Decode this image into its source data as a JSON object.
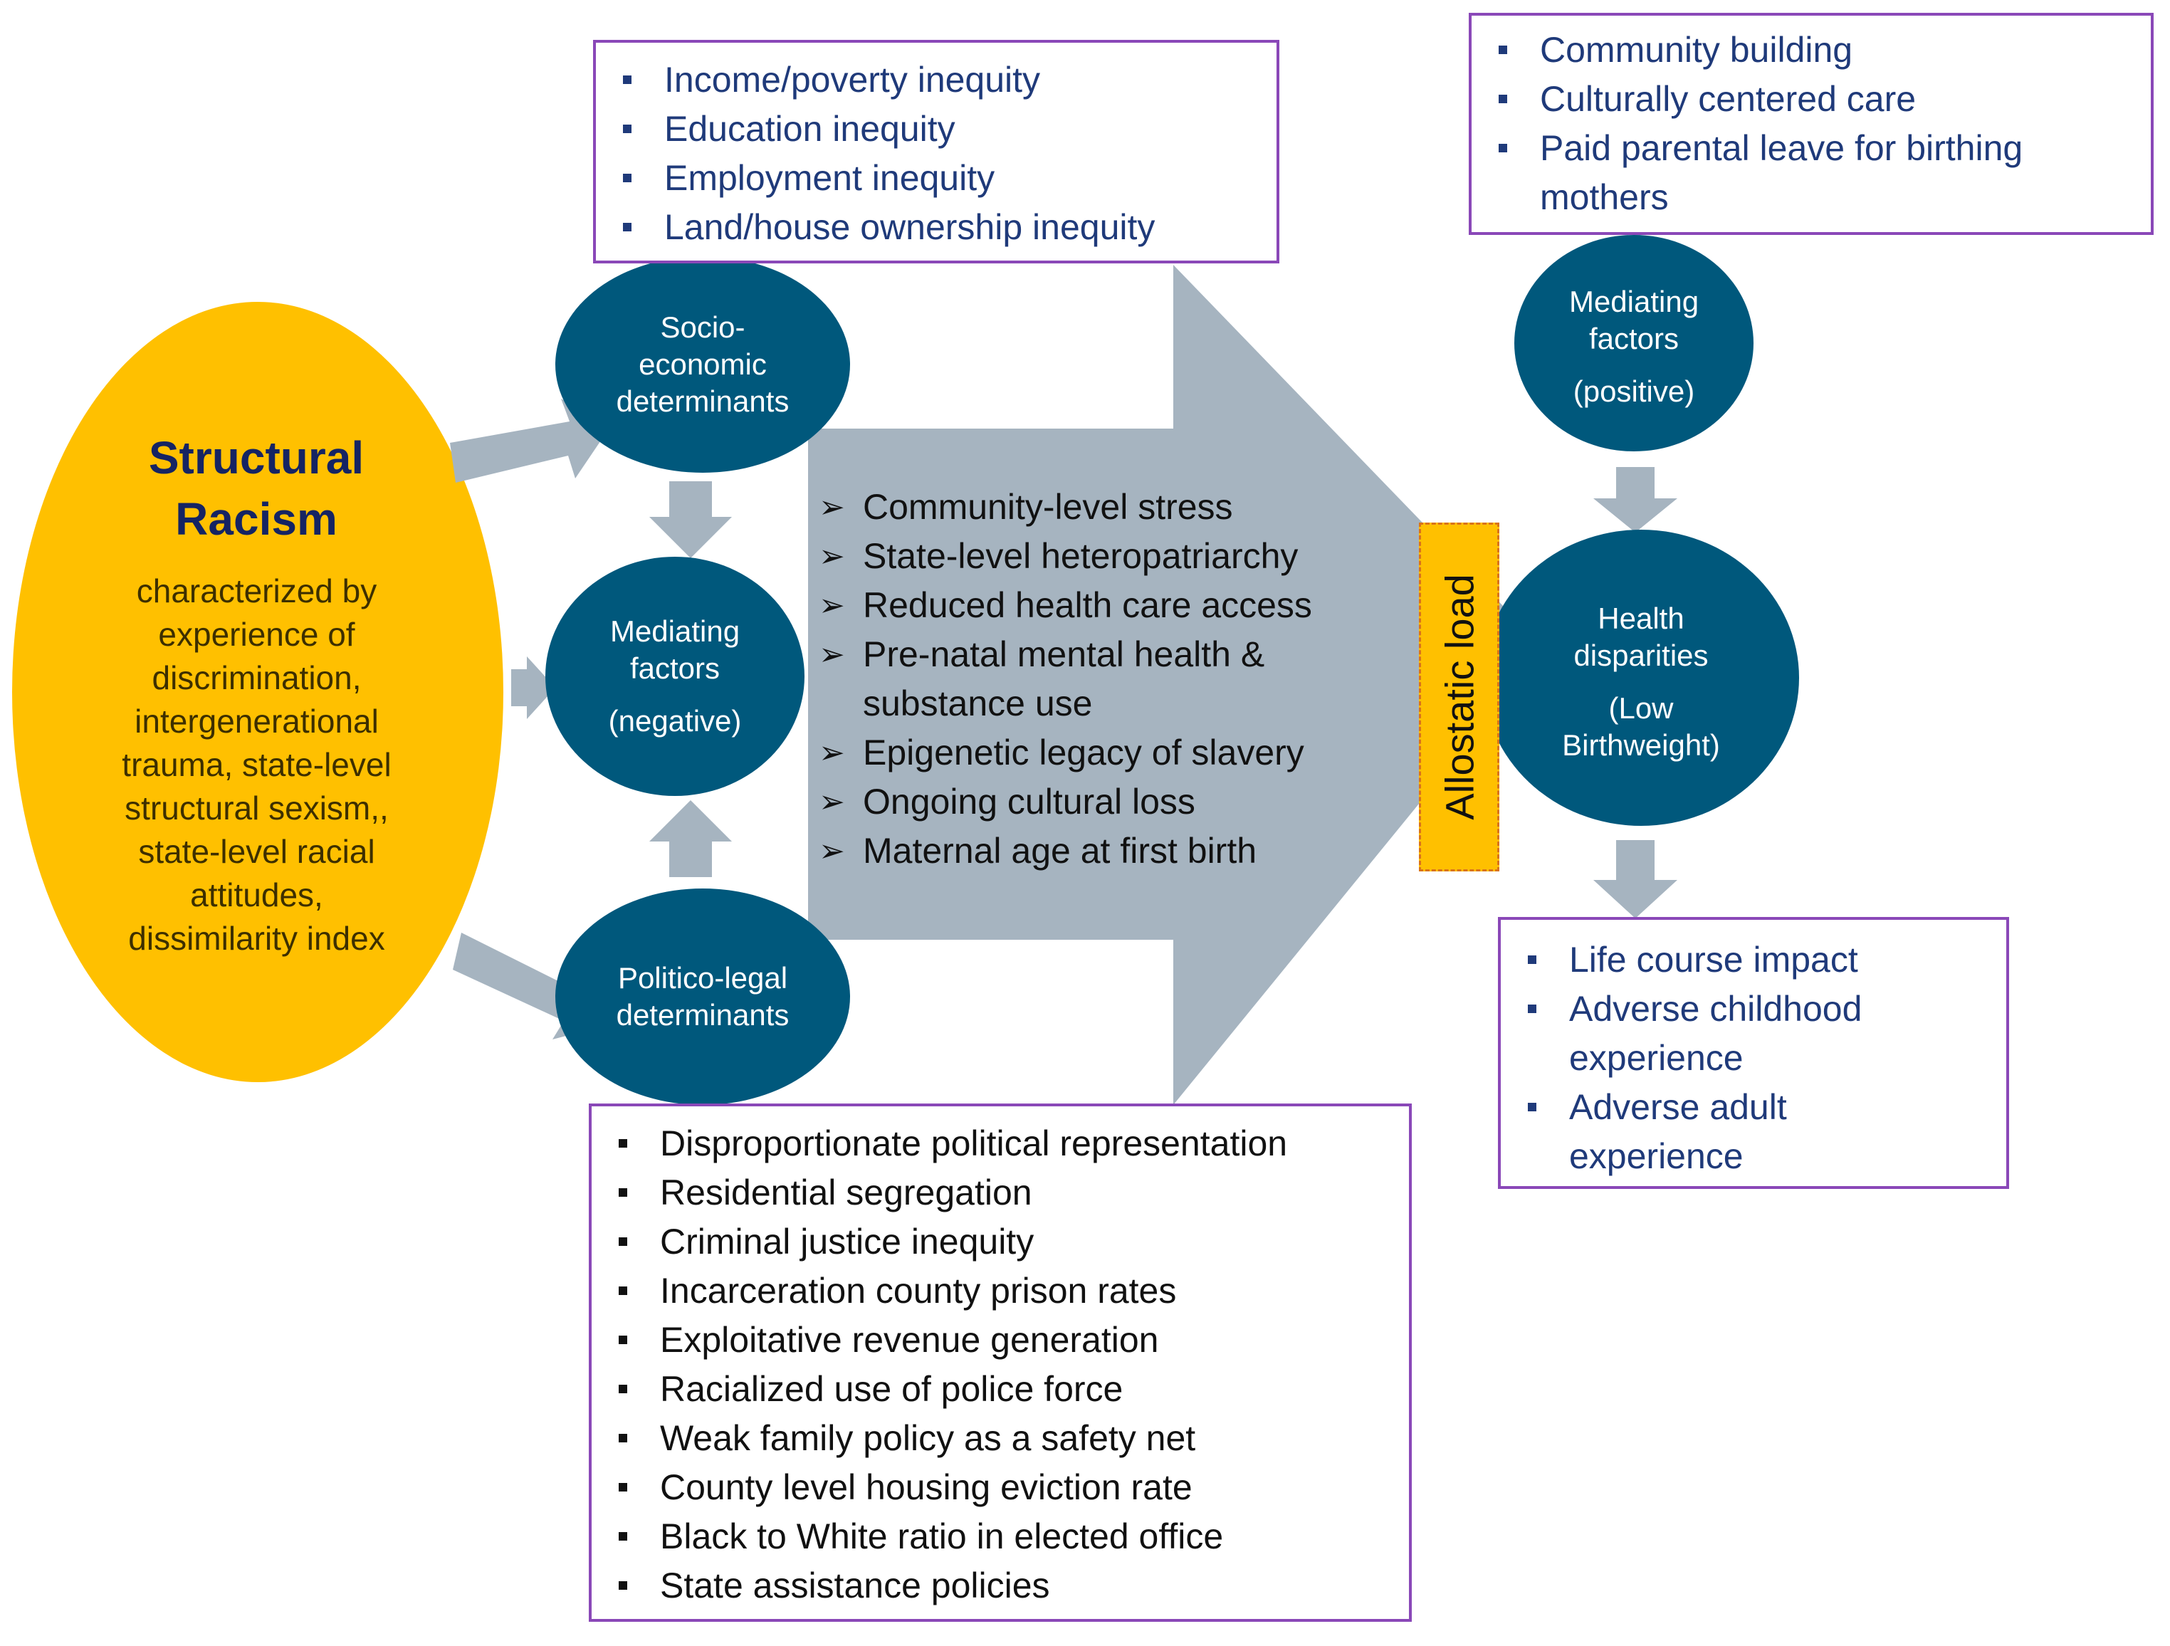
{
  "structural_racism": {
    "title_lines": [
      "Structural",
      "Racism"
    ],
    "description_lines": [
      "characterized by",
      "experience of",
      "discrimination,",
      "intergenerational",
      "trauma, state-level",
      "structural sexism,,",
      "state-level racial",
      "attitudes,",
      "dissimilarity index"
    ]
  },
  "nodes": {
    "socioeconomic": [
      "Socio-",
      "economic",
      "determinants"
    ],
    "mediating_negative": {
      "lines": [
        "Mediating",
        "factors"
      ],
      "sub": "(negative)"
    },
    "politico_legal": [
      "Politico-legal",
      "determinants"
    ],
    "mediating_positive": {
      "lines": [
        "Mediating",
        "factors"
      ],
      "sub": "(positive)"
    },
    "health_disparities": {
      "lines": [
        "Health",
        "disparities"
      ],
      "sub_lines": [
        "(Low",
        "Birthweight)"
      ]
    }
  },
  "socioeconomic_box": [
    "Income/poverty inequity",
    "Education inequity",
    "Employment inequity",
    "Land/house ownership inequity"
  ],
  "politico_legal_box": [
    "Disproportionate political representation",
    "Residential segregation",
    "Criminal justice inequity",
    "Incarceration county prison rates",
    "Exploitative revenue generation",
    "Racialized use of police force",
    "Weak family policy as a safety net",
    "County level housing eviction rate",
    "Black to White ratio in elected office",
    "State assistance policies"
  ],
  "central_arrow_items": [
    "Community-level stress",
    "State-level heteropatriarchy",
    "Reduced health care access",
    "Pre-natal mental health &",
    "substance use",
    "Epigenetic legacy of slavery",
    "Ongoing cultural loss",
    "Maternal age at first birth"
  ],
  "allostatic_load": "Allostatic load",
  "positive_box": [
    "Community building",
    "Culturally centered care",
    "Paid parental leave for birthing",
    "mothers"
  ],
  "outcomes_box": [
    "Life course impact",
    "Adverse childhood",
    "experience",
    "Adverse adult",
    "experience"
  ],
  "colors": {
    "node_fill": "#00587c",
    "structural_racism_fill": "#ffc000",
    "arrow_gray": "#a6b4c0",
    "box_border": "#8a48b8",
    "blue_text": "#1f3a7a"
  }
}
